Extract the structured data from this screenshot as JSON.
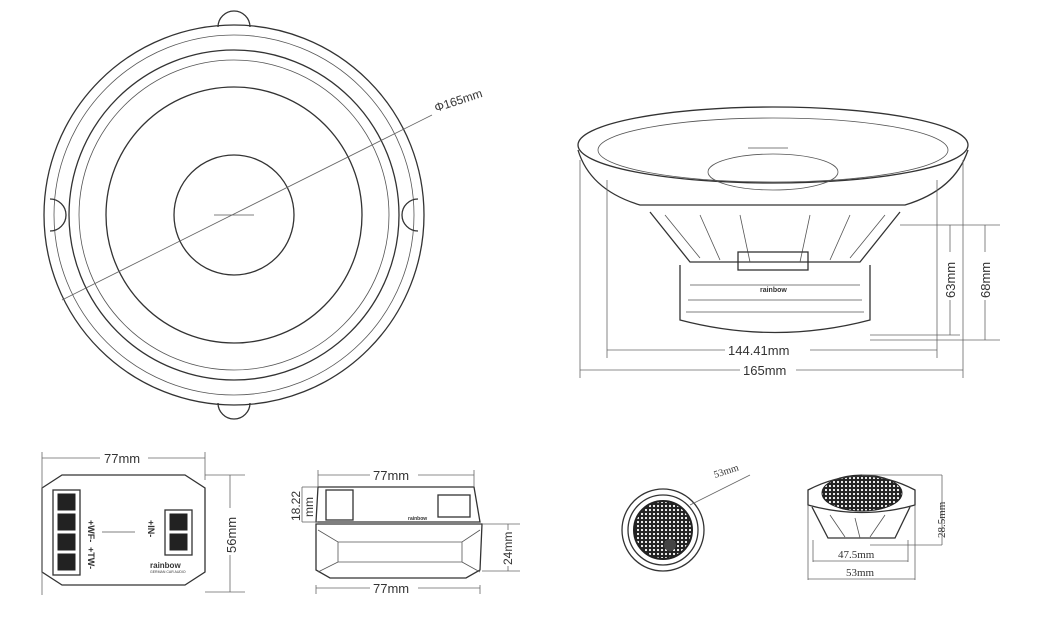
{
  "woofer_front": {
    "diameter_label": "Φ165mm"
  },
  "woofer_side": {
    "inner_width_label": "144.41mm",
    "outer_width_label": "165mm",
    "depth_label_1": "63mm",
    "depth_label_2": "68mm"
  },
  "crossover_top": {
    "width_label": "77mm",
    "height_label": "56mm",
    "terminal_labels": [
      "+WF-",
      "+TW-",
      "+IN-"
    ],
    "brand": "rainbow",
    "brand_sub": "GERMAN CAR AUDIO"
  },
  "crossover_side": {
    "top_width_label": "77mm",
    "bottom_width_label": "77mm",
    "height_label_1": "18.22",
    "height_label_2": "mm",
    "depth_label": "24mm"
  },
  "tweeter_front": {
    "diameter_label": "53mm"
  },
  "tweeter_side": {
    "inner_width_label": "47.5mm",
    "outer_width_label": "53mm",
    "height_label": "28.5mm"
  }
}
